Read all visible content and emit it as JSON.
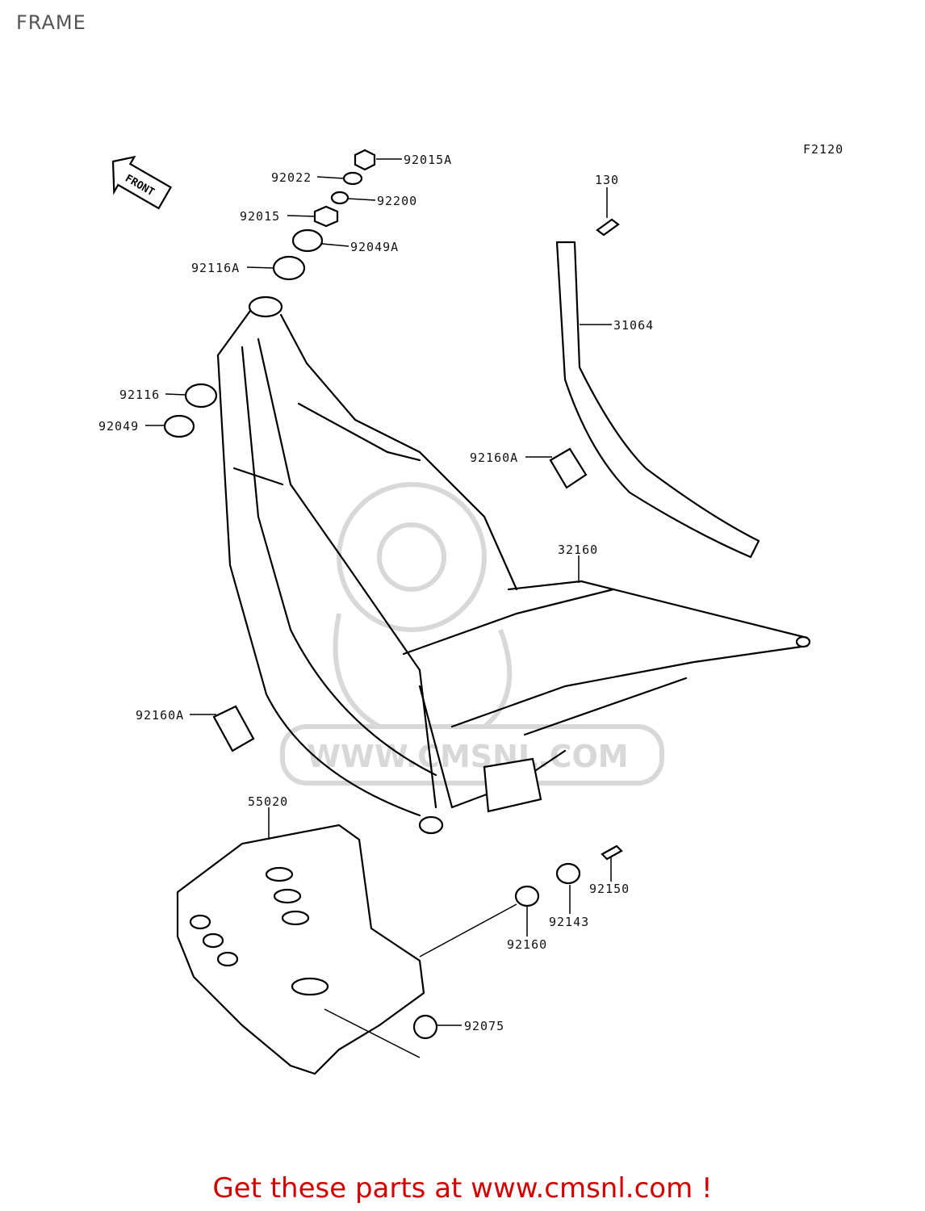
{
  "page": {
    "title": "FRAME"
  },
  "diagram": {
    "code": "F2120",
    "front_label": "FRONT",
    "watermark": "WWW.CMSNL.COM",
    "parts": [
      {
        "id": "92015A"
      },
      {
        "id": "92022"
      },
      {
        "id": "92200"
      },
      {
        "id": "92015"
      },
      {
        "id": "92049A"
      },
      {
        "id": "92116A"
      },
      {
        "id": "92116"
      },
      {
        "id": "92049"
      },
      {
        "id": "130"
      },
      {
        "id": "31064"
      },
      {
        "id": "92160A"
      },
      {
        "id": "32160"
      },
      {
        "id": "92160A"
      },
      {
        "id": "55020"
      },
      {
        "id": "92150"
      },
      {
        "id": "92143"
      },
      {
        "id": "92160"
      },
      {
        "id": "92075"
      }
    ]
  },
  "footer": {
    "link_text": "Get these parts at www.cmsnl.com !"
  }
}
